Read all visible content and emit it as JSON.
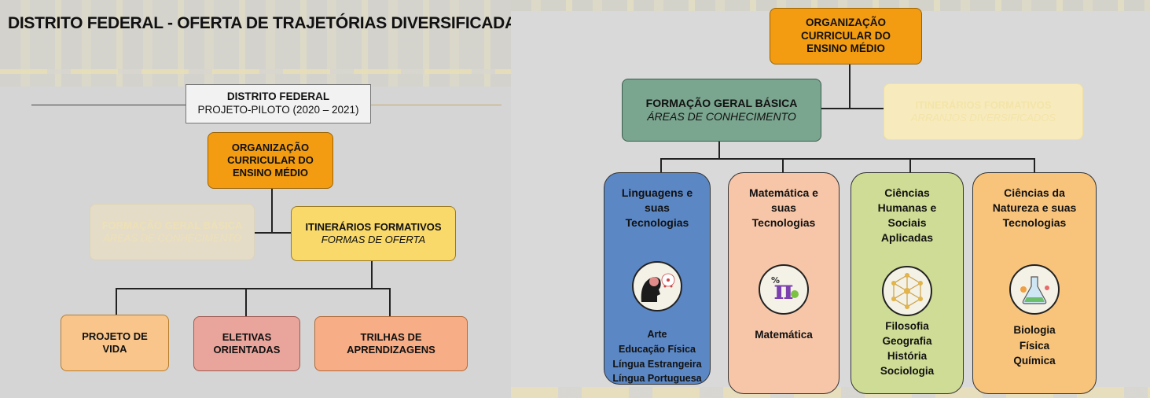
{
  "left": {
    "title": "DISTRITO FEDERAL - OFERTA DE TRAJETÓRIAS DIVERSIFICADAS",
    "header": {
      "line1": "DISTRITO FEDERAL",
      "line2": "PROJETO-PILOTO (2020 – 2021)"
    },
    "org_box": [
      "ORGANIZAÇÃO",
      "CURRICULAR DO",
      "ENSINO MÉDIO"
    ],
    "fgb_faded": {
      "title": "FORMAÇÃO GERAL BÁSICA",
      "subtitle": "ÁREAS DE CONHECIMENTO"
    },
    "itinerarios": {
      "title": "ITINERÁRIOS FORMATIVOS",
      "subtitle": "FORMAS DE OFERTA"
    },
    "offers": [
      {
        "l1": "PROJETO DE",
        "l2": "VIDA"
      },
      {
        "l1": "ELETIVAS",
        "l2": "ORIENTADAS"
      },
      {
        "l1": "TRILHAS DE",
        "l2": "APRENDIZAGENS"
      }
    ]
  },
  "right": {
    "org_box": [
      "ORGANIZAÇÃO",
      "CURRICULAR DO",
      "ENSINO MÉDIO"
    ],
    "fgb": {
      "title": "FORMAÇÃO GERAL BÁSICA",
      "subtitle": "ÁREAS DE CONHECIMENTO"
    },
    "itinerarios_faded": {
      "title": "ITINERÁRIOS FORMATIVOS",
      "subtitle": "ARRANJOS DIVERSIFICADOS"
    },
    "areas": [
      {
        "title": [
          "Linguagens e",
          "suas",
          "Tecnologias"
        ],
        "icon": "brain-head-icon",
        "subjects": [
          "Arte",
          "Educação Física",
          "Língua Estrangeira",
          "Língua Portuguesa"
        ]
      },
      {
        "title": [
          "Matemática e",
          "suas",
          "Tecnologias"
        ],
        "icon": "pi-symbol-icon",
        "subjects": [
          "Matemática"
        ]
      },
      {
        "title": [
          "Ciências",
          "Humanas e",
          "Sociais",
          "Aplicadas"
        ],
        "icon": "network-icon",
        "subjects": [
          "Filosofia",
          "Geografia",
          "História",
          "Sociologia"
        ]
      },
      {
        "title": [
          "Ciências da",
          "Natureza e suas",
          "Tecnologias"
        ],
        "icon": "lab-flask-icon",
        "subjects": [
          "Biologia",
          "Física",
          "Química"
        ]
      }
    ]
  },
  "colors": {
    "orange": "#f39c12",
    "yellow": "#f8d96a",
    "green": "#7aa58f",
    "blue": "#5b87c5",
    "peach": "#f7c6a8",
    "lime": "#cfdc95",
    "amber": "#f8c47c"
  }
}
